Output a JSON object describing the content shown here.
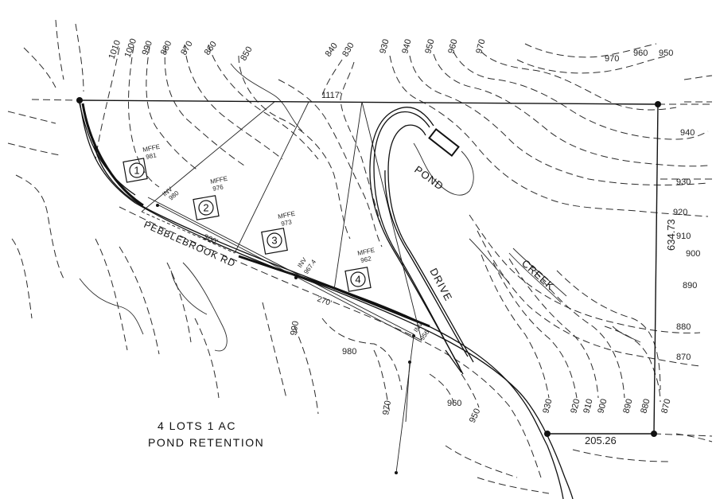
{
  "plan": {
    "note_line1": "4 LOTS 1 AC",
    "note_line2": "POND RETENTION",
    "road_name": "PEBBLEBROOK RD",
    "drive_label": "DRIVE",
    "pond_label": "POND",
    "creek_label": "CREEK",
    "dimensions": {
      "top": "1117'",
      "right": "634.73",
      "bottom": "205.26",
      "lot2_front": "300'",
      "lot4_front": "270'"
    },
    "lots": [
      {
        "number": "1",
        "mffe_label": "MFFE",
        "mffe_value": "981"
      },
      {
        "number": "2",
        "mffe_label": "MFFE",
        "mffe_value": "976"
      },
      {
        "number": "3",
        "mffe_label": "MFFE",
        "mffe_value": "973"
      },
      {
        "number": "4",
        "mffe_label": "MFFE",
        "mffe_value": "962"
      }
    ],
    "inverts": [
      {
        "label": "INV",
        "value": "980"
      },
      {
        "label": "INV",
        "value": "967.4"
      },
      {
        "label": "INV",
        "value": "956"
      }
    ],
    "contour_labels_top": [
      "1010",
      "1000",
      "990",
      "880",
      "870",
      "860",
      "850",
      "840",
      "830",
      "930",
      "940",
      "950",
      "960",
      "970",
      "970",
      "960",
      "950"
    ],
    "contour_labels_right": [
      "940",
      "930",
      "920",
      "910",
      "900",
      "890",
      "880",
      "870"
    ],
    "contour_labels_bottom": [
      "930",
      "920",
      "910",
      "900",
      "890",
      "880",
      "870"
    ],
    "contour_labels_lower": [
      "990",
      "980",
      "970",
      "960",
      "950"
    ]
  }
}
